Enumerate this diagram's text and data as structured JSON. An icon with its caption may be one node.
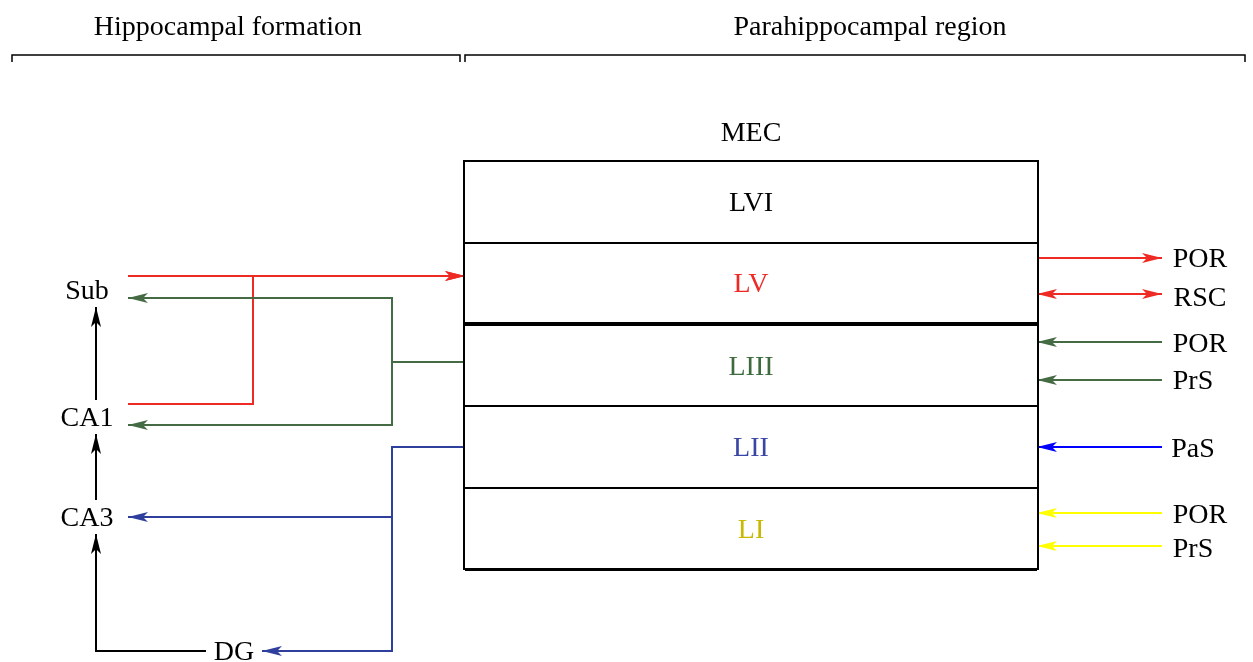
{
  "diagram": {
    "nodes": [
      {
        "text": [
          "MEC"
        ]
      },
      {
        "text": [
          "LVI"
        ],
        "in": 0
      },
      {
        "text": [
          "LV"
        ],
        "in": 0
      },
      {
        "text": [
          "LIII"
        ],
        "in": 0
      },
      {
        "text": [
          "LII"
        ],
        "in": 0
      },
      {
        "text": [
          "LI"
        ],
        "in": 0
      },
      {
        "text": [
          "Sub"
        ]
      },
      {
        "text": [
          "CA1"
        ]
      },
      {
        "text": [
          "CA3"
        ]
      },
      {
        "text": [
          "DG"
        ]
      },
      {
        "text": [
          "POR"
        ]
      },
      {
        "text": [
          "RSC"
        ]
      },
      {
        "text": [
          "POR"
        ]
      },
      {
        "text": [
          "PrS"
        ]
      },
      {
        "text": [
          "PaS"
        ]
      },
      {
        "text": [
          "POR"
        ]
      },
      {
        "text": [
          "PrS"
        ]
      }
    ],
    "edges": [
      {
        "from": 6,
        "to": 2,
        "arrow": "to",
        "color": "#ee2a24"
      },
      {
        "from": 7,
        "to": 2,
        "arrow": "to",
        "color": "#ee2a24"
      },
      {
        "from": 3,
        "to": 6,
        "arrow": "to",
        "color": "#446b44"
      },
      {
        "from": 3,
        "to": 7,
        "arrow": "to",
        "color": "#446b44"
      },
      {
        "from": 4,
        "to": 8,
        "arrow": "to",
        "color": "#2e3f9e"
      },
      {
        "from": 4,
        "to": 9,
        "arrow": "to",
        "color": "#2e3f9e"
      },
      {
        "from": 7,
        "to": 6,
        "arrow": "to",
        "color": "#000000"
      },
      {
        "from": 8,
        "to": 7,
        "arrow": "to",
        "color": "#000000"
      },
      {
        "from": 9,
        "to": 8,
        "arrow": "to",
        "color": "#000000"
      },
      {
        "from": 2,
        "to": 10,
        "arrow": "to",
        "color": "#ee2a24"
      },
      {
        "from": 2,
        "to": 11,
        "arrow": "both",
        "color": "#ee2a24"
      },
      {
        "from": 12,
        "to": 3,
        "arrow": "to",
        "color": "#446b44"
      },
      {
        "from": 13,
        "to": 3,
        "arrow": "to",
        "color": "#446b44"
      },
      {
        "from": 14,
        "to": 4,
        "arrow": "to",
        "color": "#0000ff"
      },
      {
        "from": 15,
        "to": 5,
        "arrow": "to",
        "color": "#ffff00"
      },
      {
        "from": 16,
        "to": 5,
        "arrow": "to",
        "color": "#ffff00"
      }
    ],
    "labels": [
      "Hippocampal formation",
      "Parahippocampal region"
    ]
  }
}
